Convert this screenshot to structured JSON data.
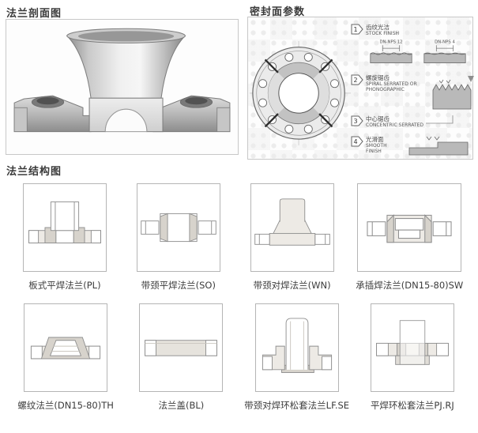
{
  "sections": {
    "cross_section_title": "法兰剖面图",
    "sealing_title": "密封面参数",
    "structure_title": "法兰结构图"
  },
  "sealing_face": {
    "finishes": [
      {
        "num": "1",
        "cn": "齿纹光洁",
        "en": "STOCK FINISH",
        "sub_left": "DN-NPS 12",
        "sub_right": "DN-NPS 4"
      },
      {
        "num": "2",
        "cn": "螺旋锯齿",
        "en": "SPIRAL SERRATED OR PHONOGRAPHIC"
      },
      {
        "num": "3",
        "cn": "中心锯齿",
        "en": "CONCENTRIC SERRATED"
      },
      {
        "num": "4",
        "cn": "光滑面",
        "en": "SMOOTH FINISH"
      }
    ]
  },
  "flange_types": [
    {
      "label": "板式平焊法兰(PL)"
    },
    {
      "label": "带颈平焊法兰(SO)"
    },
    {
      "label": "带颈对焊法兰(WN)"
    },
    {
      "label": "承插焊法兰(DN15-80)SW"
    },
    {
      "label": "螺纹法兰(DN15-80)TH"
    },
    {
      "label": "法兰盖(BL)"
    },
    {
      "label": "带颈对焊环松套法兰LF.SE"
    },
    {
      "label": "平焊环松套法兰PJ.RJ"
    }
  ]
}
